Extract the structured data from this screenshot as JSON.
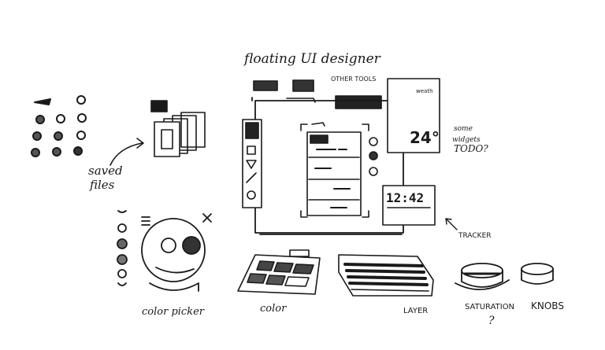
{
  "title": "floating UI designer",
  "labels": {
    "other_tools": "OTHER TOOLS",
    "widget_top": "weath",
    "widget_value": "24°",
    "widget_note_1": "some",
    "widget_note_2": "widgets",
    "widget_note_3": "TODO?",
    "saved_files_1": "saved",
    "saved_files_2": "files",
    "clock": "12:42",
    "tracker": "TRACKER",
    "color_picker": "color picker",
    "color": "color",
    "layer": "LAYER",
    "saturation": "SATURATION",
    "saturation_mark": "?",
    "knobs": "KNOBS"
  },
  "colors": {
    "ink": "#1a1a1a",
    "paper": "#ffffff",
    "shade": "#2a2a2a"
  }
}
